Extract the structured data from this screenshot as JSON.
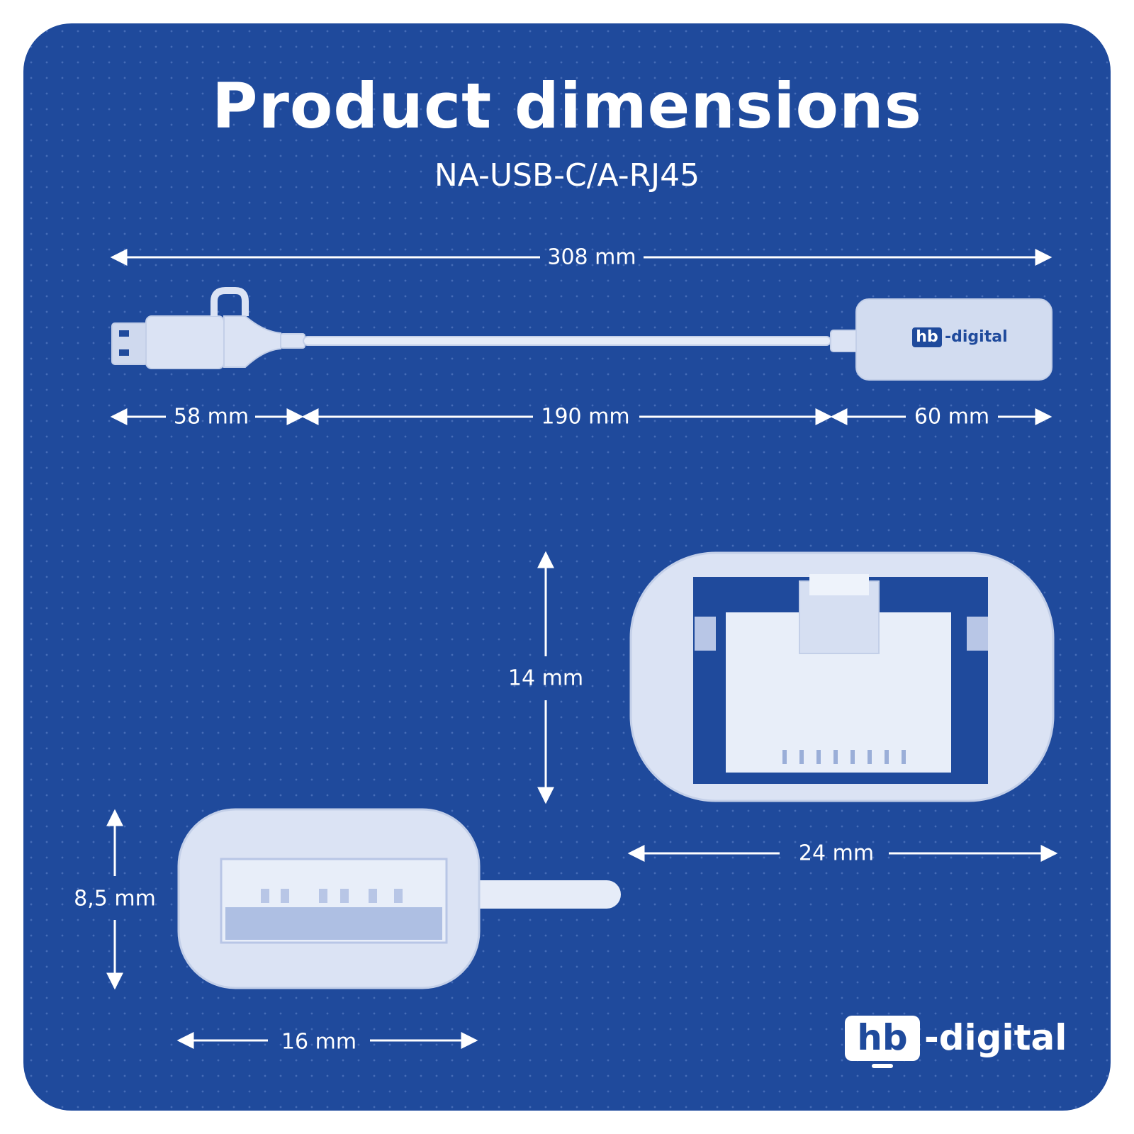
{
  "header": {
    "title": "Product dimensions",
    "model": "NA-USB-C/A-RJ45"
  },
  "dimensions": {
    "total_length": "308 mm",
    "plug_length": "58 mm",
    "cable_length": "190 mm",
    "housing_length": "60 mm",
    "rj45_height": "14 mm",
    "rj45_width": "24 mm",
    "usb_height": "8,5 mm",
    "usb_width": "16 mm"
  },
  "brand": {
    "logo_box": "hb",
    "logo_text": "-digital",
    "product_logo_box": "hb",
    "product_logo_text": "-digital"
  },
  "colors": {
    "background": "#1f4a9c",
    "foreground": "#ffffff",
    "product": "#dbe3f4"
  }
}
